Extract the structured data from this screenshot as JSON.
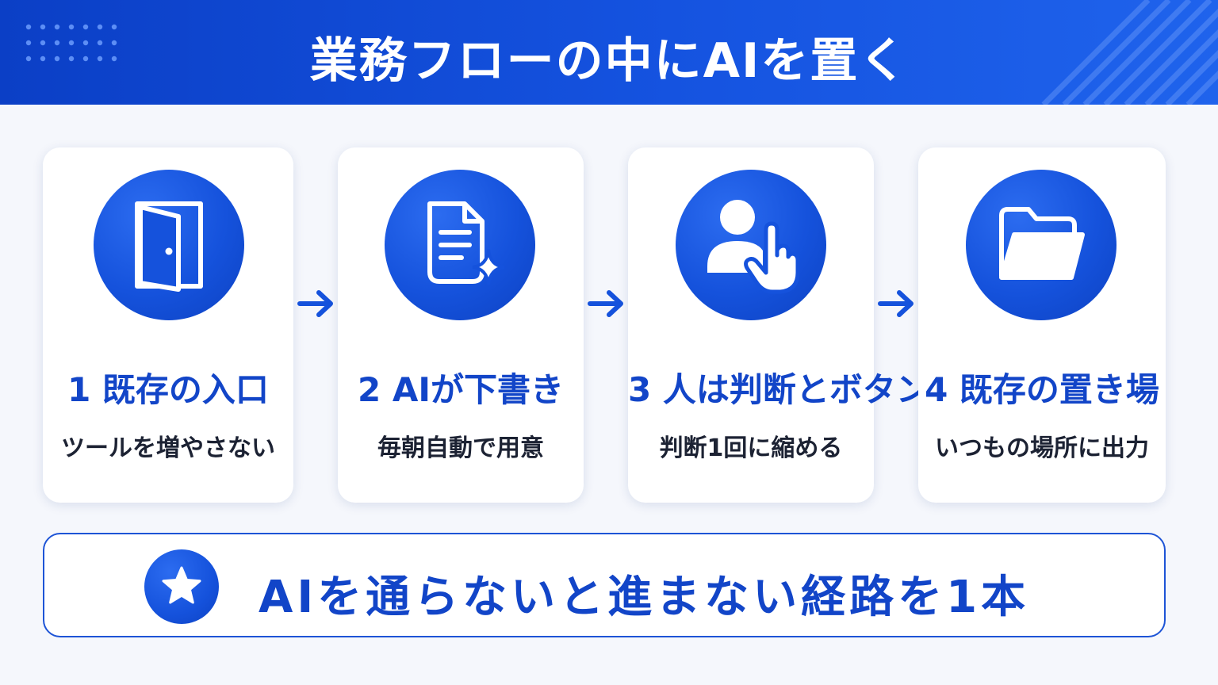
{
  "header": {
    "title": "業務フローの中にAIを置く"
  },
  "steps": [
    {
      "title": "1 既存の入口",
      "desc": "ツールを増やさない",
      "icon": "door-icon"
    },
    {
      "title": "2 AIが下書き",
      "desc": "毎朝自動で用意",
      "icon": "document-sparkle-icon"
    },
    {
      "title": "3 人は判断とボタン",
      "desc": "判断1回に縮める",
      "icon": "person-tap-icon"
    },
    {
      "title": "4 既存の置き場",
      "desc": "いつもの場所に出力",
      "icon": "folder-icon"
    }
  ],
  "banner": {
    "text": "AIを通らないと進まない経路を1本",
    "icon": "star-icon"
  },
  "colors": {
    "primary": "#1552dc",
    "heading": "#1245c8",
    "text": "#1c2233",
    "background": "#f5f7fc"
  }
}
